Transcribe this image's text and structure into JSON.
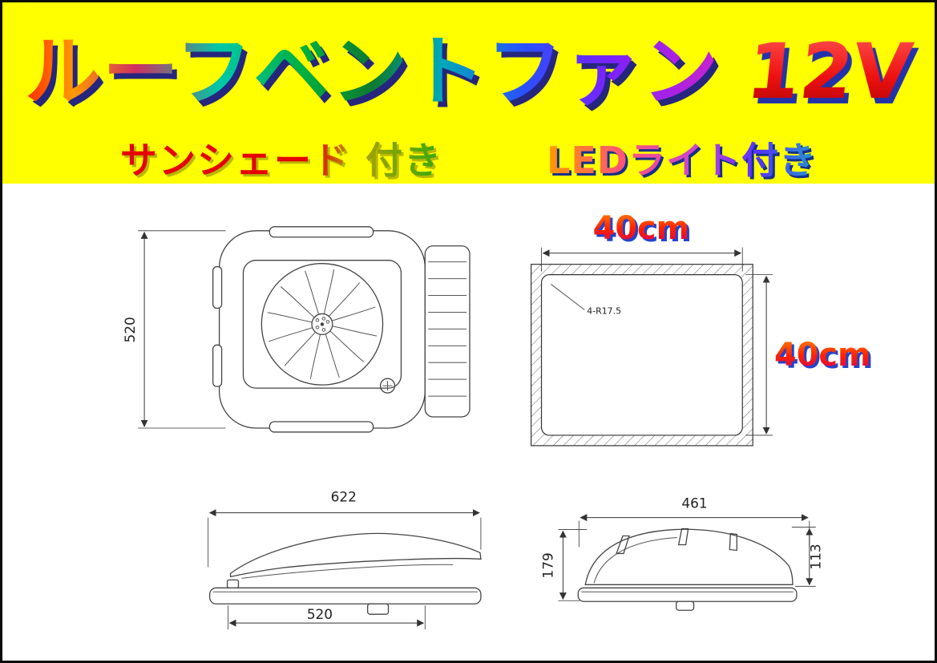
{
  "header": {
    "title": "ルーフベントファン",
    "voltage": "12V",
    "subtitle_sunshade": "サンシェード 付き",
    "subtitle_led": "LEDライト付き"
  },
  "diagram": {
    "top_view": {
      "height": "520"
    },
    "cutout": {
      "width": "40cm",
      "height": "40cm",
      "corner_radius_note": "4-R17.5"
    },
    "side_front": {
      "width": "622",
      "inner_width": "520"
    },
    "side_rear": {
      "width": "461",
      "height": "179",
      "lid_height": "113"
    }
  },
  "colors": {
    "header_bg": "#ffff00",
    "border": "#0a0a0a",
    "line": "#444444",
    "label_shadow_blue": "#2244cc"
  }
}
